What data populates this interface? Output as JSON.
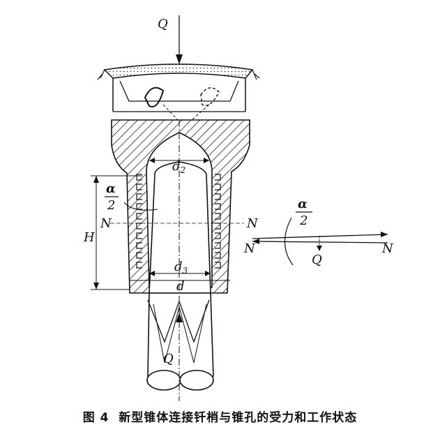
{
  "diagram": {
    "labels": {
      "q_top": "Q",
      "q_bottom": "Q",
      "q_force": "Q",
      "d2": "d",
      "d2_sub": "2",
      "d3": "d",
      "d3_sub": "3",
      "d": "d",
      "h": "H",
      "alpha_left": "α",
      "two_left": "2",
      "alpha_right": "α",
      "two_right": "2",
      "n_left": "N",
      "n_right": "N",
      "n_force_left": "N",
      "n_force_right": "N"
    }
  },
  "caption": {
    "figure_no": "图 4",
    "text": "新型锥体连接钎梢与锥孔的受力和工作状态"
  },
  "colors": {
    "ink": "#111111",
    "hatch": "#222222",
    "background": "#ffffff"
  }
}
